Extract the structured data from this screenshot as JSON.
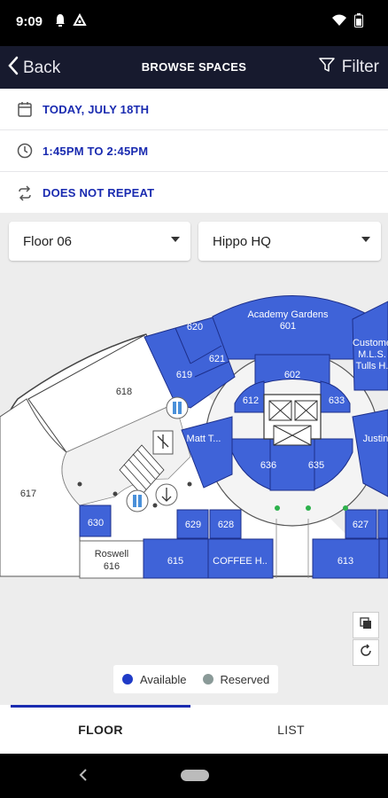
{
  "status_bar": {
    "time": "9:09"
  },
  "app_bar": {
    "back_label": "Back",
    "title": "BROWSE SPACES",
    "filter_label": "Filter"
  },
  "booking": {
    "date": "TODAY, JULY 18TH",
    "time_range": "1:45PM TO 2:45PM",
    "repeat": "DOES NOT REPEAT"
  },
  "selectors": {
    "floor": "Floor 06",
    "building": "Hippo HQ"
  },
  "map": {
    "rooms": {
      "r601": "Academy Gardens 601",
      "r602": "602",
      "r603": "Customer... M.L.S. Tulls H...",
      "r605": "635",
      "r606": "636",
      "r612": "612",
      "r633": "633",
      "r619": "619",
      "r620": "620",
      "r621": "621",
      "r618": "618",
      "r617": "617",
      "r630": "630",
      "r629": "629",
      "r628": "628",
      "r627": "627",
      "r616": "Roswell 616",
      "r615": "615",
      "r614": "COFFEE H..",
      "r613": "613",
      "matt": "Matt T...",
      "justin": "Justin"
    }
  },
  "legend": {
    "available": "Available",
    "reserved": "Reserved",
    "available_color": "#1f3bc7",
    "reserved_color": "#8a9a98"
  },
  "tabs": {
    "floor": "FLOOR",
    "list": "LIST"
  },
  "colors": {
    "accent": "#1a2bb0",
    "room_available": "#3f63d8",
    "app_bar": "#171a2e"
  }
}
